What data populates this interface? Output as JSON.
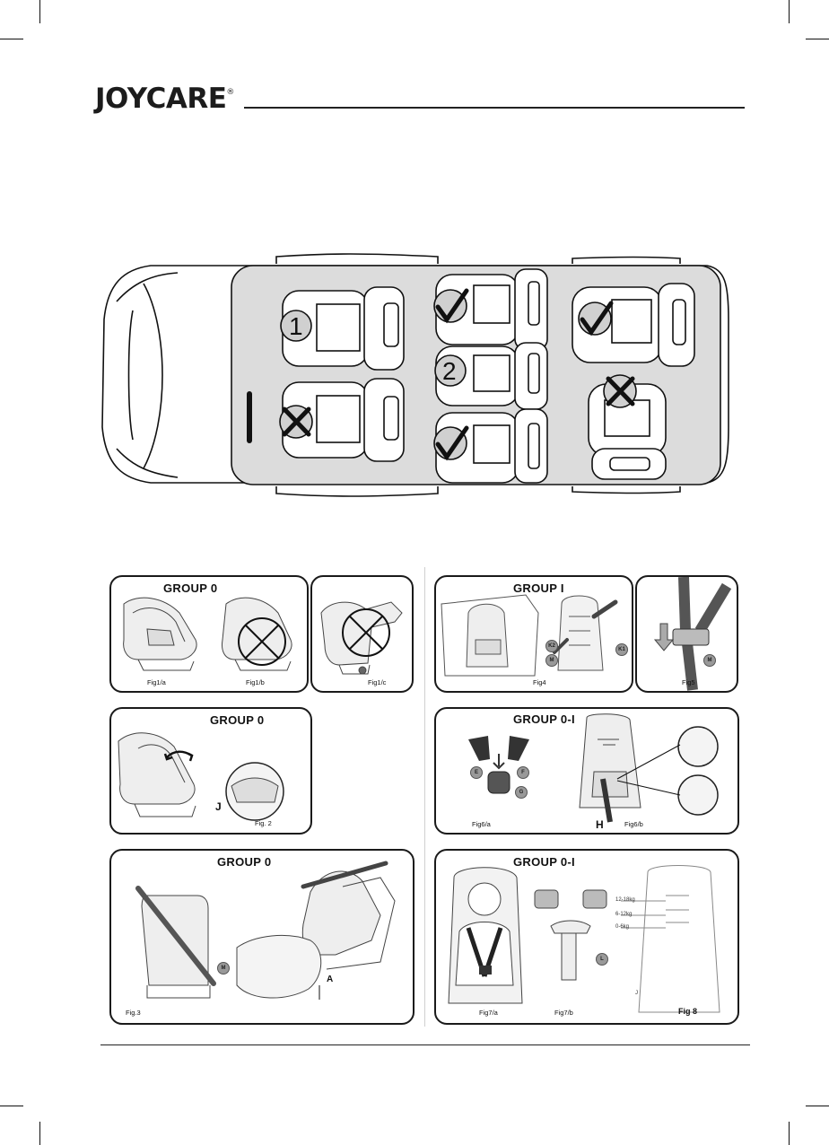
{
  "header": {
    "brand": "JOYCARE",
    "registered": "®"
  },
  "car_diagram": {
    "row1_number": "1",
    "row2_number": "2",
    "positions": [
      {
        "seat": "row1-right",
        "mark": "number"
      },
      {
        "seat": "row1-left",
        "mark": "cross"
      },
      {
        "seat": "row2-right",
        "mark": "check"
      },
      {
        "seat": "row2-center",
        "mark": "number"
      },
      {
        "seat": "row2-left",
        "mark": "check"
      },
      {
        "seat": "row3-right",
        "mark": "check"
      },
      {
        "seat": "row3-center",
        "mark": "cross"
      }
    ]
  },
  "panels": {
    "group0_a": {
      "title": "GROUP  0",
      "cap_a": "Fig1/a",
      "cap_b": "Fig1/b"
    },
    "group0_c": {
      "cap": "Fig1/c"
    },
    "group0_b": {
      "title": "GROUP  0",
      "label_j": "J",
      "cap": "Fig. 2"
    },
    "group0_d": {
      "title": "GROUP  0",
      "label_m": "M",
      "label_a": "A",
      "cap": "Fig.3"
    },
    "group1_a": {
      "title": "GROUP  I",
      "label_k2": "K2",
      "label_m": "M",
      "label_k1": "K1",
      "cap": "Fig4"
    },
    "group1_b": {
      "label_m": "M",
      "cap": "Fig5"
    },
    "group01_a": {
      "title": "GROUP 0-I",
      "label_e": "E",
      "label_f": "F",
      "label_g": "G",
      "label_h": "H",
      "cap_a": "Fig6/a",
      "cap_b": "Fig6/b"
    },
    "group01_b": {
      "title": "GROUP 0-I",
      "label_l": "L",
      "h1": "12-18kg",
      "h2": "6-12kg",
      "h3": "0-6kg",
      "label_j": "J",
      "cap_a": "Fig7/a",
      "cap_b": "Fig7/b",
      "cap_c": "Fig 8"
    }
  }
}
